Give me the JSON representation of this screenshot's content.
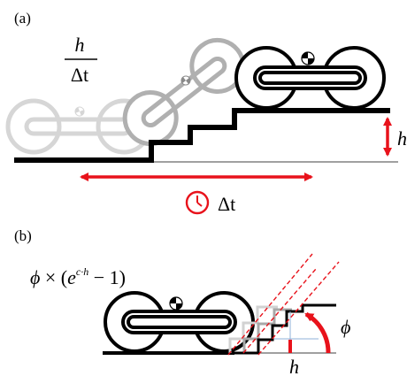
{
  "panels": {
    "a": {
      "label": "(a)",
      "fraction_numerator": "h",
      "fraction_denominator": "Δt",
      "height_label": "h",
      "time_label": "Δt"
    },
    "b": {
      "label": "(b)",
      "formula_phi": "ϕ",
      "formula_times": " × (",
      "formula_e": "e",
      "formula_exp": "c·h",
      "formula_tail": " − 1)",
      "angle_label": "ϕ",
      "height_label": "h"
    }
  },
  "colors": {
    "ink": "#000000",
    "accent": "#e8121b",
    "ghost": "#c8c8c8",
    "ghost_mid": "#9e9e9e"
  },
  "icons": {
    "clock": "clock-icon",
    "center_of_mass": "center-of-mass-icon"
  }
}
